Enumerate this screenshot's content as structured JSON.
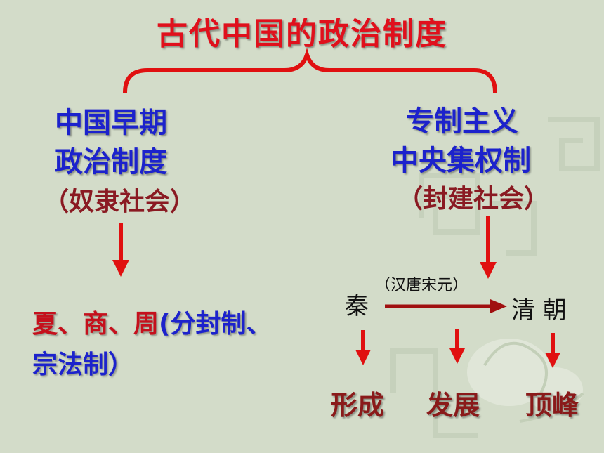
{
  "title": "古代中国的政治制度",
  "left_branch": {
    "line1": "中国早期",
    "line2": "政治制度",
    "note": "（奴隶社会）",
    "dynasty_line1_red": "夏、商、周",
    "dynasty_line1_blue": "(分封制、",
    "dynasty_line2_blue": "宗法制）"
  },
  "right_branch": {
    "line1": "专制主义",
    "line2": "中央集权制",
    "note": "（封建社会）",
    "start": "秦",
    "middle": "（汉唐宋元）",
    "end": "清 朝",
    "stages": [
      "形成",
      "发展",
      "顶峰"
    ]
  },
  "colors": {
    "background": "#d3dcc9",
    "title_red": "#e0101c",
    "arrow_red": "#e01010",
    "blue": "#1c22cc",
    "dark_red": "#8a1a1a"
  }
}
